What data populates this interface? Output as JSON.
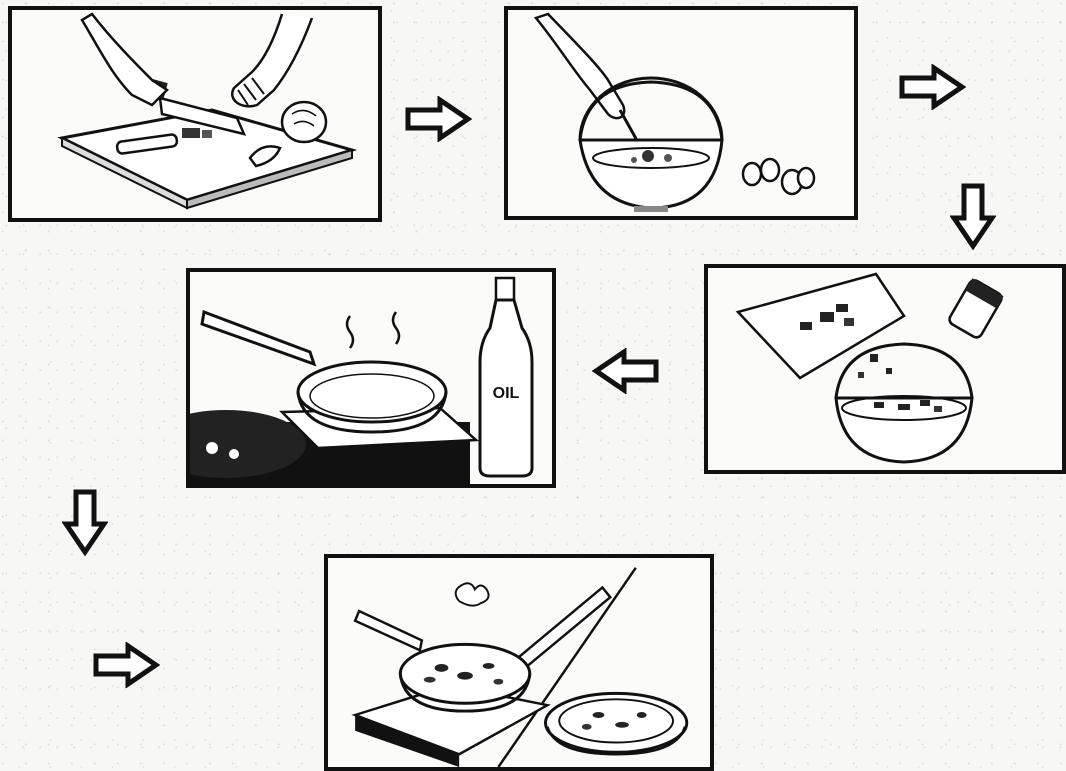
{
  "oil_bottle": {
    "label": "OIL"
  },
  "colors": {
    "ink": "#111111",
    "paper": "#f7f7f5"
  },
  "steps": [
    {
      "name": "chop-ingredients",
      "icon": "knife-cutting-board-icon"
    },
    {
      "name": "beat-eggs-in-bowl",
      "icon": "bowl-whisk-icon"
    },
    {
      "name": "add-chopped-ingredients-and-seasoning",
      "icon": "bowl-seasoning-icon"
    },
    {
      "name": "heat-oil-in-pan",
      "icon": "frying-pan-oil-icon"
    },
    {
      "name": "cook-and-serve",
      "icon": "pan-plate-icon"
    }
  ]
}
